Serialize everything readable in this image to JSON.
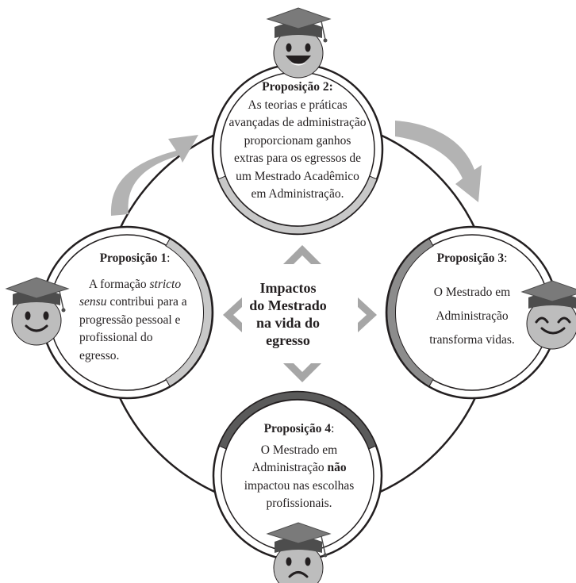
{
  "colors": {
    "ring_stroke": "#231f20",
    "arrow_gray": "#b3b3b3",
    "chevron_gray": "#a6a6a6",
    "arc_light": "#c8c8c8",
    "arc_mid": "#8c8c8c",
    "arc_dark": "#5a5a5a",
    "face_gray": "#bdbdbd",
    "cap_dark": "#4d4d4d",
    "cap_mid": "#7a7a7a"
  },
  "center": {
    "lines": [
      "Impactos",
      "do Mestrado",
      "na vida do",
      "egresso"
    ]
  },
  "propositions": {
    "p1": {
      "title": "Proposição 1",
      "colon": ":",
      "line1": "A formação ",
      "line1_italic": "stricto",
      "line2_italic": "sensu",
      "line2": " contribui para a",
      "line3": "progressão pessoal e",
      "line4": "profissional do",
      "line5": "egresso.",
      "face": "smile-face-icon"
    },
    "p2": {
      "title": "Proposição 2:",
      "lines": [
        "As teorias e práticas",
        "avançadas de administração",
        "proporcionam ganhos",
        "extras para os egressos de",
        "um Mestrado Acadêmico",
        "em Administração."
      ],
      "face": "laughing-face-icon"
    },
    "p3": {
      "title": "Proposição 3",
      "colon": ":",
      "lines": [
        "O Mestrado em",
        "Administração",
        "transforma vidas."
      ],
      "face": "happy-face-icon"
    },
    "p4": {
      "title": "Proposição 4",
      "colon": ":",
      "line1": "O Mestrado em",
      "line2": "Administração ",
      "line2_bold": "não",
      "line3": "impactou nas escolhas",
      "line4": "profissionais.",
      "face": "sad-face-icon"
    }
  }
}
